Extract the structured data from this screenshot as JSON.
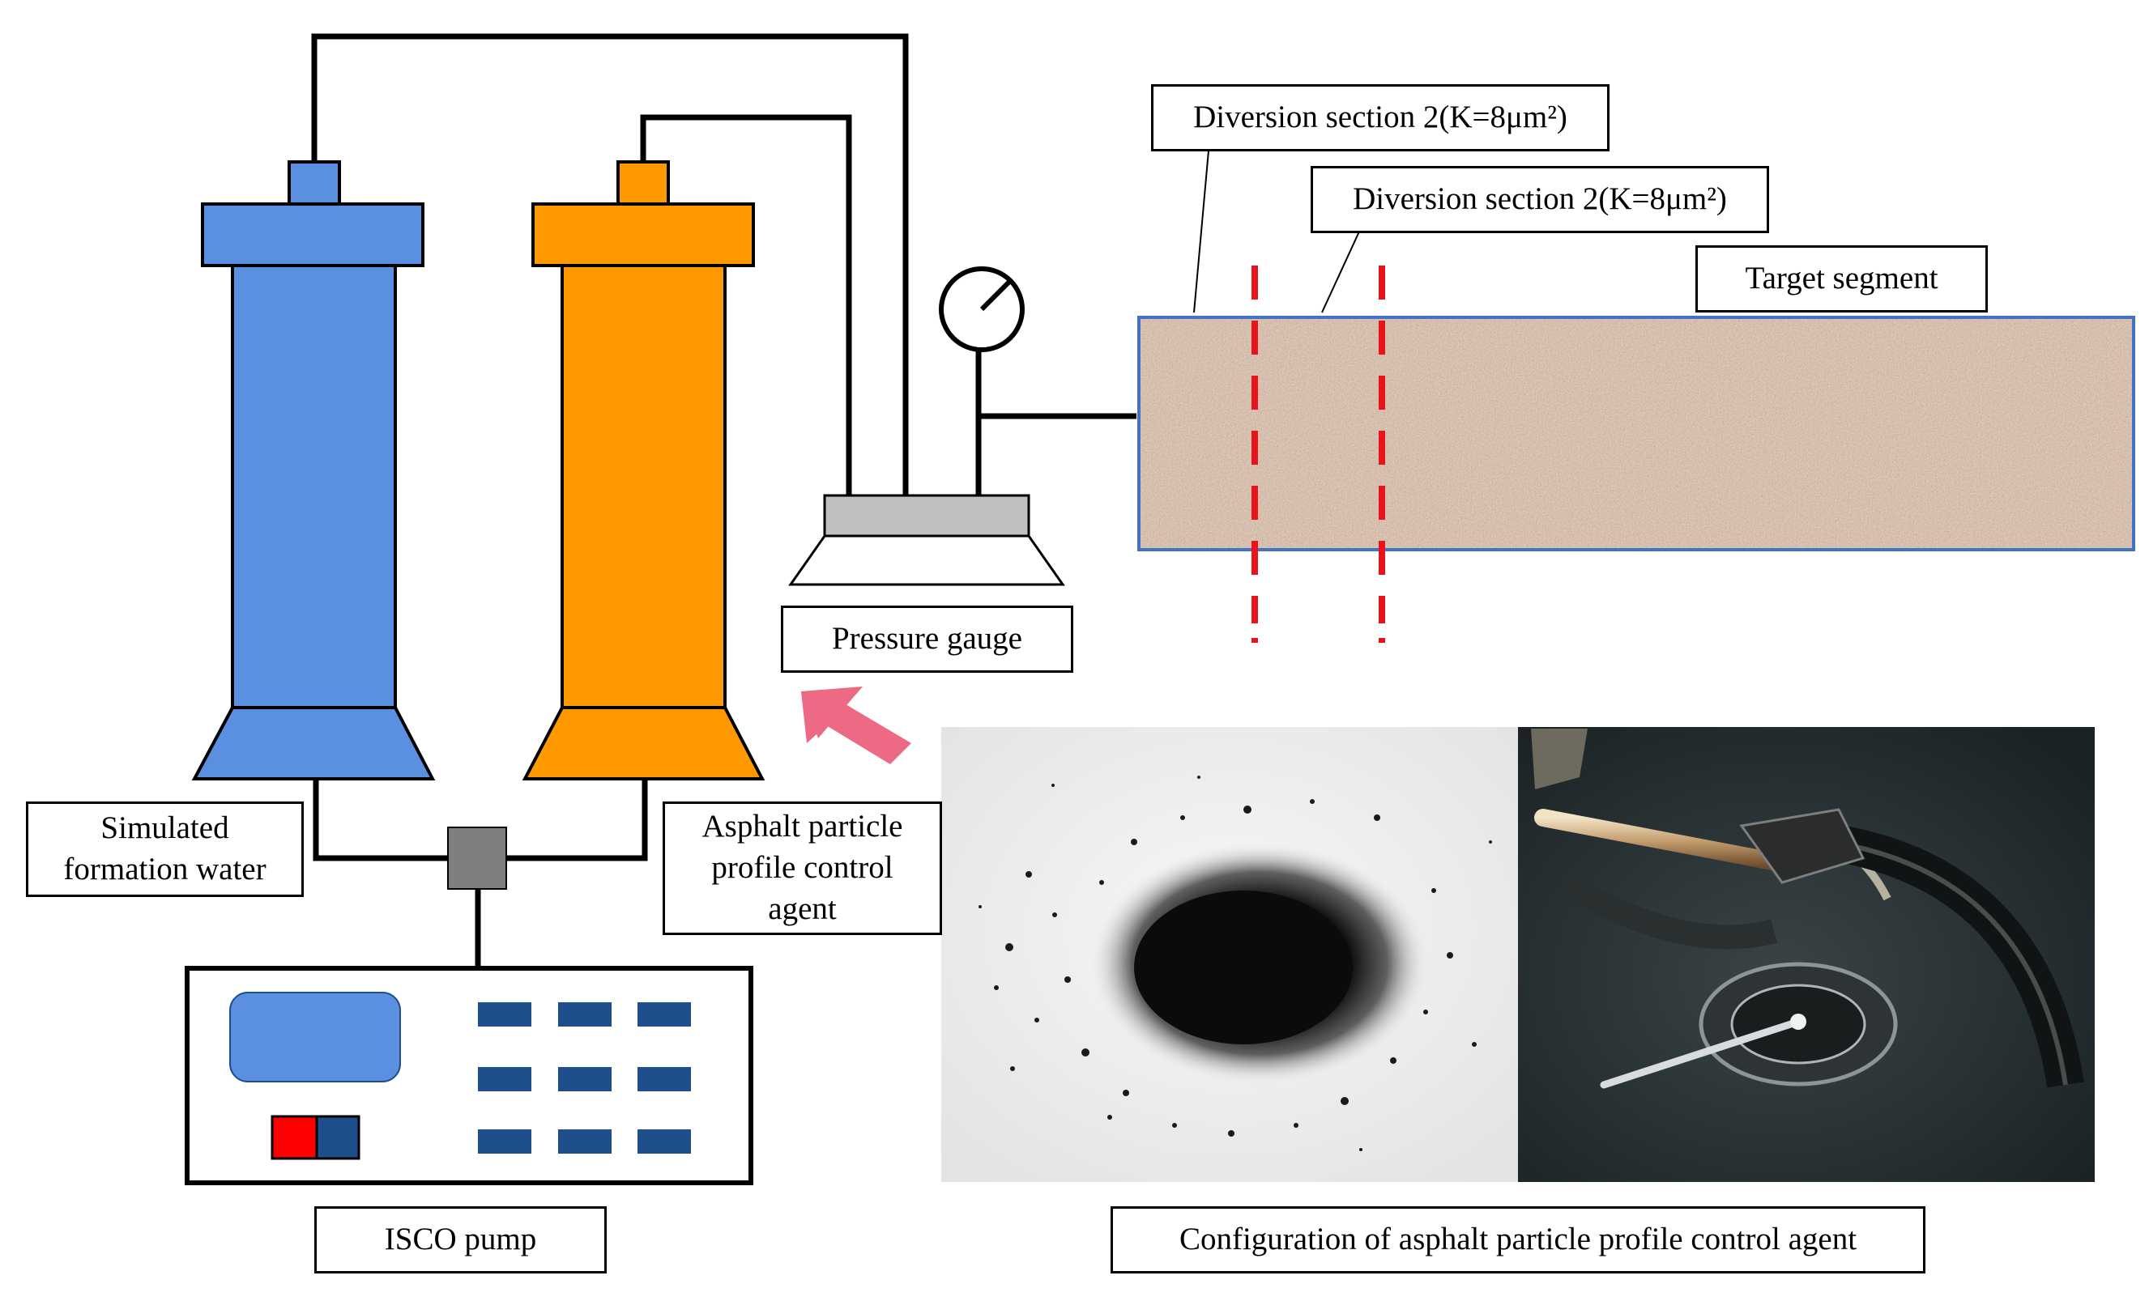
{
  "labels": {
    "diversion1": "Diversion section 2(K=8μm²)",
    "diversion2": "Diversion section 2(K=8μm²)",
    "target": "Target segment",
    "pressure_gauge": "Pressure gauge",
    "simulated_water": [
      "Simulated",
      "formation water"
    ],
    "asphalt_agent": [
      "Asphalt particle",
      "profile control",
      "agent"
    ],
    "isco_pump": "ISCO pump",
    "configuration": "Configuration of asphalt particle profile control agent"
  },
  "colors": {
    "blue_container": "#5B8FE0",
    "orange_container": "#FF9900",
    "sand_core": "#B18D72",
    "divider_red": "#E8141C",
    "pump_button": "#1F4E8C",
    "arrow_pink": "#EC6A83",
    "gray_block": "#BFBFBF",
    "junction_gray": "#7F7F7F"
  }
}
